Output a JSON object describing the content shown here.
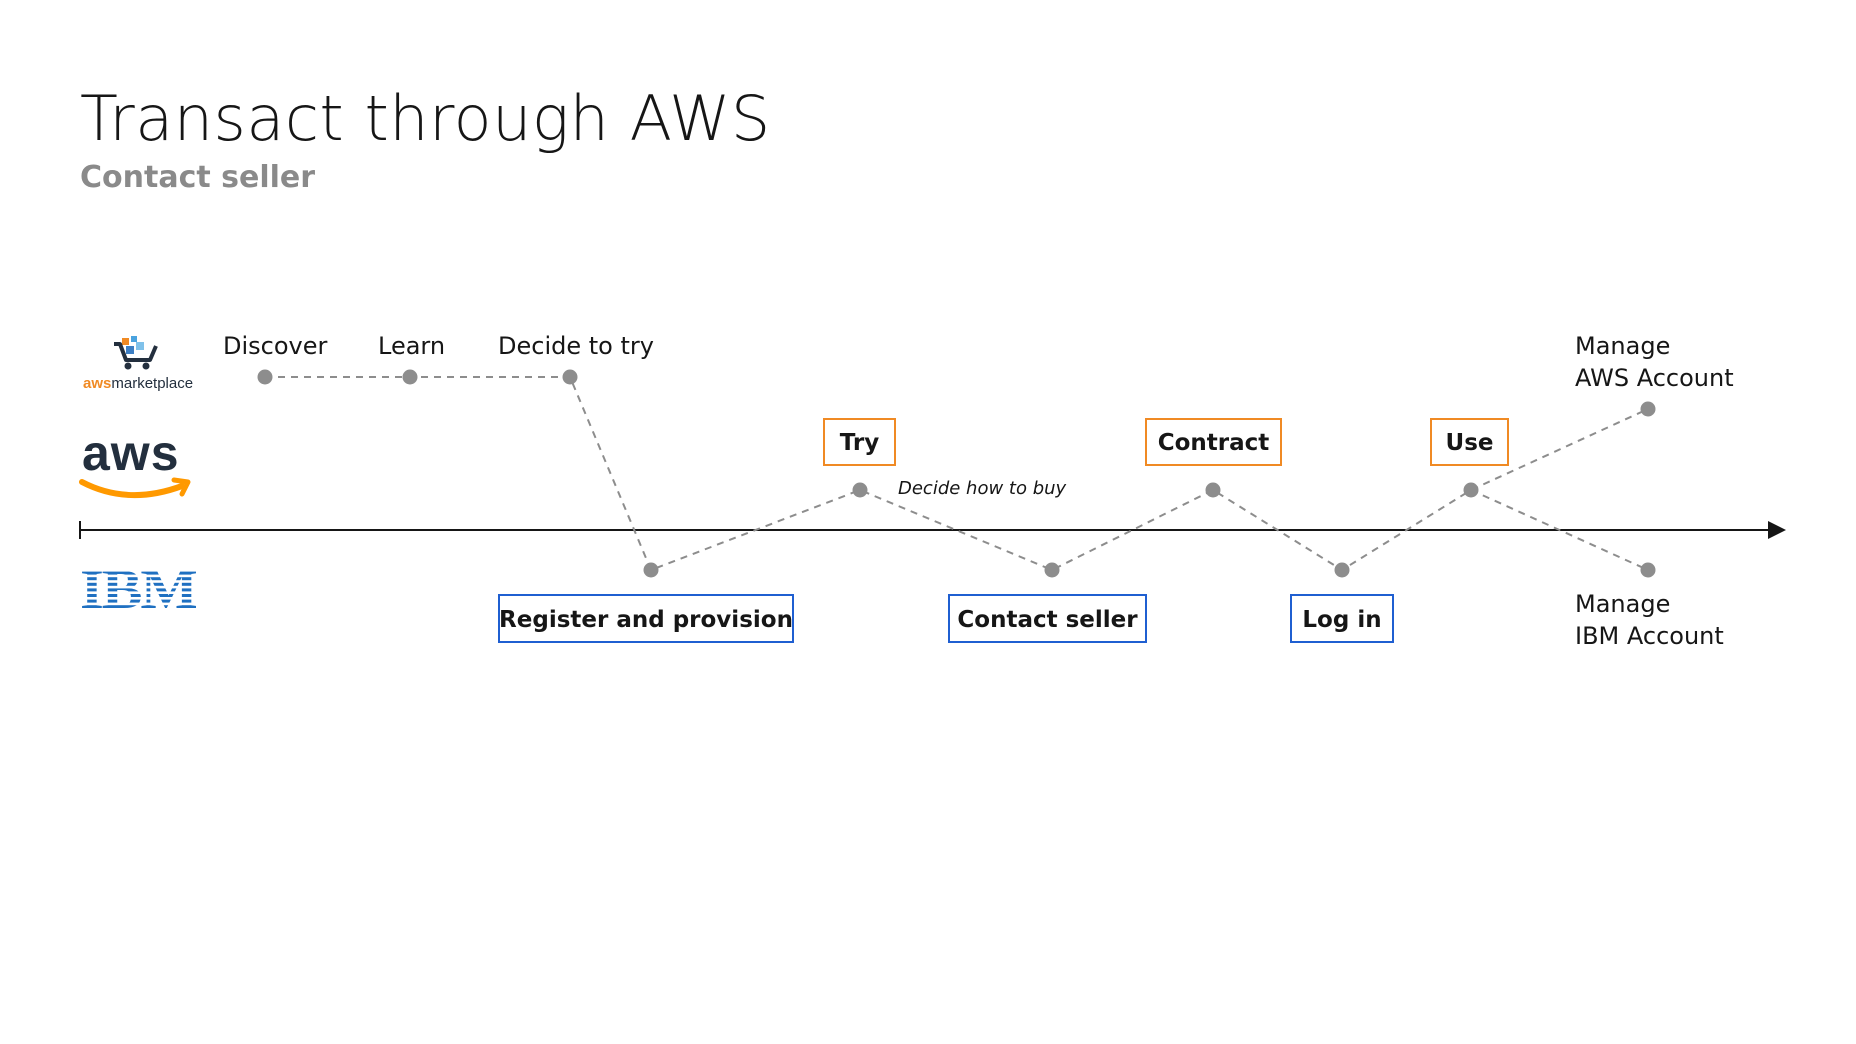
{
  "page": {
    "title": "Transact through AWS",
    "subtitle": "Contact seller"
  },
  "lanes": {
    "aws_marketplace_logo": "awsmarketplace",
    "aws_logo": "aws",
    "ibm_logo": "IBM"
  },
  "steps": {
    "discover": "Discover",
    "learn": "Learn",
    "decide_to_try": "Decide to try",
    "try": "Try",
    "decide_how_to_buy": "Decide how to buy",
    "contract": "Contract",
    "use": "Use",
    "manage_aws_line1": "Manage",
    "manage_aws_line2": "AWS Account",
    "register_and_provision": "Register and provision",
    "contact_seller": "Contact seller",
    "log_in": "Log in",
    "manage_ibm_line1": "Manage",
    "manage_ibm_line2": "IBM Account"
  },
  "colors": {
    "aws_box": "#f08a24",
    "ibm_box": "#1f5fd1",
    "node": "#8d8d8d",
    "aws_orange": "#ff9900",
    "aws_navy": "#232f3e",
    "ibm_blue": "#1f70c1"
  }
}
